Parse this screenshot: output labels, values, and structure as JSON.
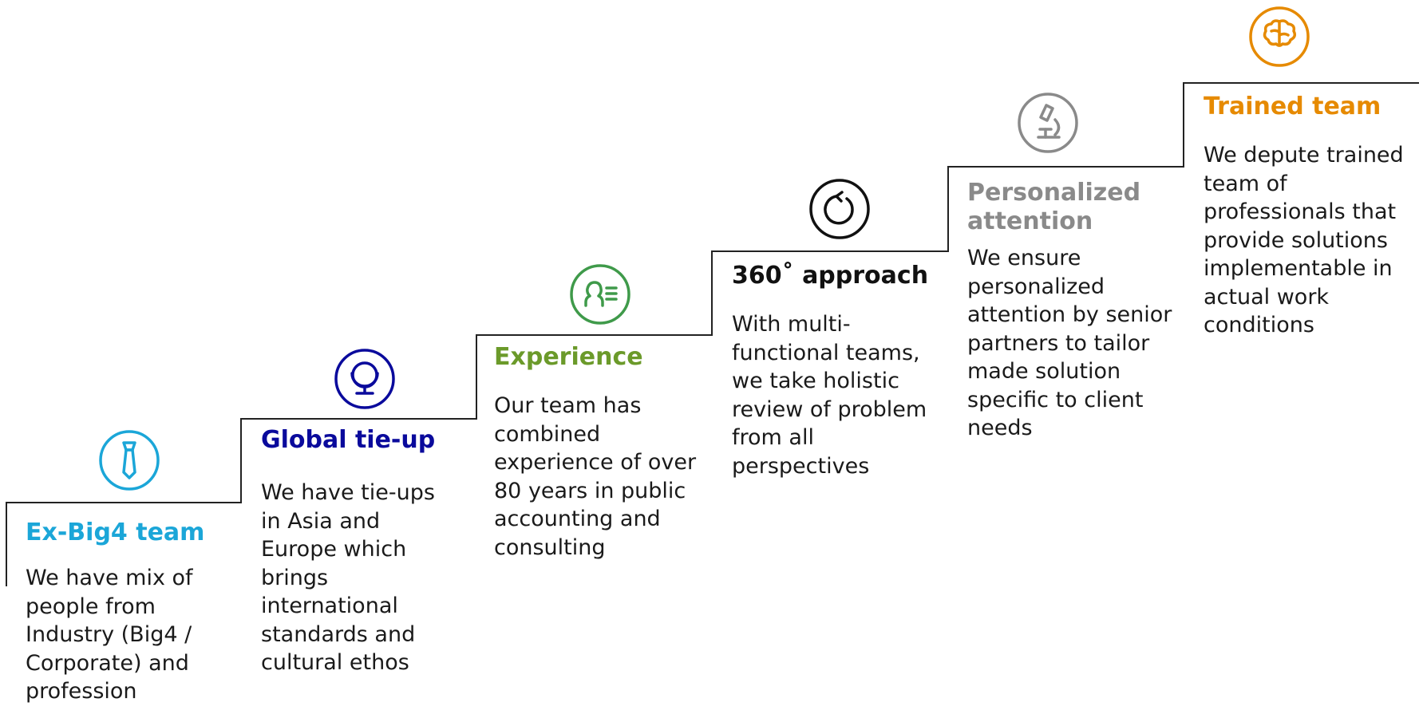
{
  "colors": {
    "ex_big4": "#1ba6d8",
    "global": "#0a0a9c",
    "experience": "#6b9a2a",
    "approach": "#111111",
    "personalized": "#8a8a8a",
    "trained": "#e68a00",
    "line": "#222222"
  },
  "steps": [
    {
      "icon": "tie-icon",
      "title": "Ex-Big4 team",
      "description": "We have mix of people from Industry (Big4 / Corporate) and profession"
    },
    {
      "icon": "globe-icon",
      "title": "Global tie-up",
      "description": "We have tie-ups in Asia and Europe which brings international standards and cultural ethos"
    },
    {
      "icon": "experienced-person-icon",
      "title": "Experience",
      "description": "Our team has combined experience of over 80 years in public accounting and consulting"
    },
    {
      "icon": "circular-arrow-icon",
      "title": "360˚ approach",
      "description": "With multi-functional teams, we take holistic review of problem from all perspectives"
    },
    {
      "icon": "microscope-icon",
      "title": "Personalized attention",
      "description": "We ensure personalized attention by senior partners to tailor made solution specific to client needs"
    },
    {
      "icon": "brain-icon",
      "title": "Trained team",
      "description": "We depute trained team of professionals that provide solutions implementable in actual work conditions"
    }
  ]
}
